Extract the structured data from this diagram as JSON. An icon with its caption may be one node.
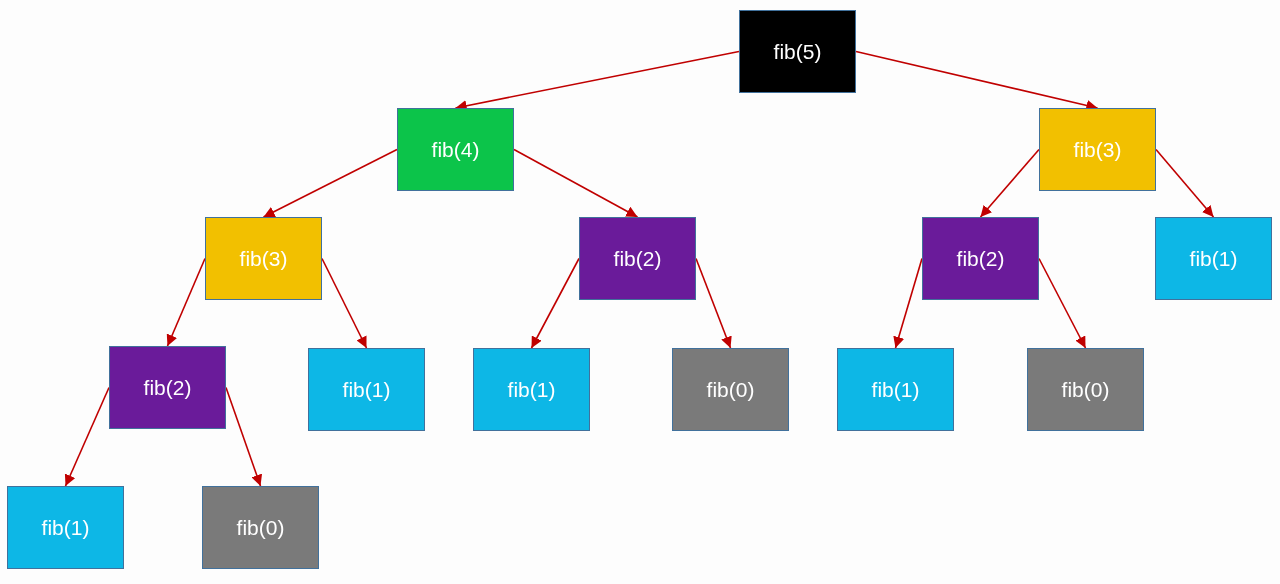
{
  "diagram": {
    "nodes": [
      {
        "text": [
          "fib(5)"
        ]
      },
      {
        "text": [
          "fib(4)"
        ]
      },
      {
        "text": [
          "fib(3)"
        ]
      },
      {
        "text": [
          "fib(3)"
        ]
      },
      {
        "text": [
          "fib(2)"
        ]
      },
      {
        "text": [
          "fib(2)"
        ]
      },
      {
        "text": [
          "fib(1)"
        ]
      },
      {
        "text": [
          "fib(2)"
        ]
      },
      {
        "text": [
          "fib(1)"
        ]
      },
      {
        "text": [
          "fib(1)"
        ]
      },
      {
        "text": [
          "fib(0)"
        ]
      },
      {
        "text": [
          "fib(1)"
        ]
      },
      {
        "text": [
          "fib(0)"
        ]
      },
      {
        "text": [
          "fib(1)"
        ]
      },
      {
        "text": [
          "fib(0)"
        ]
      }
    ],
    "edges": [
      {
        "from": 0,
        "to": 1,
        "arrow": "to"
      },
      {
        "from": 0,
        "to": 2,
        "arrow": "to"
      },
      {
        "from": 1,
        "to": 3,
        "arrow": "to"
      },
      {
        "from": 1,
        "to": 4,
        "arrow": "to"
      },
      {
        "from": 2,
        "to": 5,
        "arrow": "to"
      },
      {
        "from": 2,
        "to": 6,
        "arrow": "to"
      },
      {
        "from": 3,
        "to": 7,
        "arrow": "to"
      },
      {
        "from": 3,
        "to": 8,
        "arrow": "to"
      },
      {
        "from": 4,
        "to": 9,
        "arrow": "to"
      },
      {
        "from": 4,
        "to": 10,
        "arrow": "to"
      },
      {
        "from": 5,
        "to": 11,
        "arrow": "to"
      },
      {
        "from": 5,
        "to": 12,
        "arrow": "to"
      },
      {
        "from": 7,
        "to": 13,
        "arrow": "to"
      },
      {
        "from": 7,
        "to": 14,
        "arrow": "to"
      }
    ]
  }
}
